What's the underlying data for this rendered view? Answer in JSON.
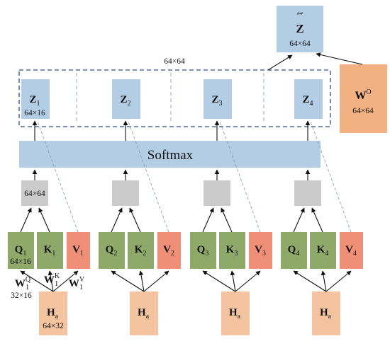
{
  "output": {
    "letter": "Z",
    "tilde": "~",
    "dim": "64×64"
  },
  "concat_dim": "64×64",
  "z_blocks": [
    {
      "letter": "Z",
      "sub": "1",
      "dim": "64×16"
    },
    {
      "letter": "Z",
      "sub": "2",
      "dim": ""
    },
    {
      "letter": "Z",
      "sub": "3",
      "dim": ""
    },
    {
      "letter": "Z",
      "sub": "4",
      "dim": ""
    }
  ],
  "wo": {
    "letter": "W",
    "sup": "O",
    "dim": "64×64"
  },
  "softmax": "Softmax",
  "score_dims": [
    "64×64",
    "",
    "",
    ""
  ],
  "heads": [
    {
      "q": "1",
      "k": "1",
      "v": "1",
      "q_dim": "64×16"
    },
    {
      "q": "2",
      "k": "2",
      "v": "2",
      "q_dim": ""
    },
    {
      "q": "3",
      "k": "3",
      "v": "3",
      "q_dim": ""
    },
    {
      "q": "4",
      "k": "4",
      "v": "4",
      "q_dim": ""
    }
  ],
  "letters": {
    "q": "Q",
    "k": "K",
    "v": "V",
    "w": "W",
    "h": "H"
  },
  "weights": {
    "q_sup": "Q",
    "k_sup": "K",
    "v_sup": "V",
    "sub": "1",
    "dim": "32×16"
  },
  "inputs": [
    {
      "sub": "a",
      "dim": "64×32"
    },
    {
      "sub": "a",
      "dim": ""
    },
    {
      "sub": "a",
      "dim": ""
    },
    {
      "sub": "a",
      "dim": ""
    }
  ]
}
